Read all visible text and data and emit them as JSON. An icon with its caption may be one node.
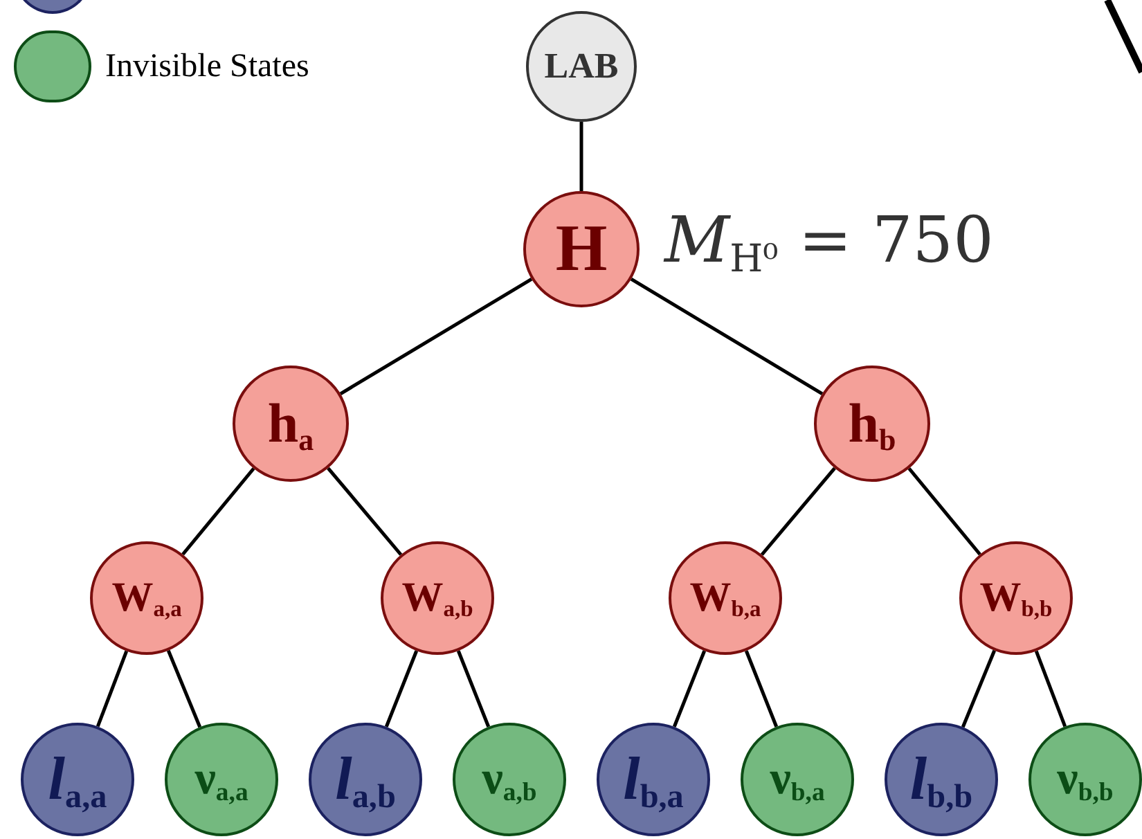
{
  "diagram": {
    "nodes": [
      {
        "text": [
          "LAB"
        ]
      },
      {
        "text": [
          "H"
        ],
        "beside": [
          "*M*$_{H⁰}$ = 750"
        ]
      },
      {
        "text": [
          "h$_{a}$"
        ]
      },
      {
        "text": [
          "h$_{b}$"
        ]
      },
      {
        "text": [
          "W$_{a,a}$"
        ]
      },
      {
        "text": [
          "W$_{a,b}$"
        ]
      },
      {
        "text": [
          "W$_{b,a}$"
        ]
      },
      {
        "text": [
          "W$_{b,b}$"
        ]
      },
      {
        "text": [
          "*l*$_{a,a}$"
        ]
      },
      {
        "text": [
          "ν$_{a,a}$"
        ]
      },
      {
        "text": [
          "*l*$_{a,b}$"
        ]
      },
      {
        "text": [
          "ν$_{a,b}$"
        ]
      },
      {
        "text": [
          "*l*$_{b,a}$"
        ]
      },
      {
        "text": [
          "ν$_{b,a}$"
        ]
      },
      {
        "text": [
          "*l*$_{b,b}$"
        ]
      },
      {
        "text": [
          "ν$_{b,b}$"
        ]
      }
    ],
    "edges": [
      {
        "from": 0,
        "to": 1,
        "arrow": "none"
      },
      {
        "from": 1,
        "to": 2,
        "arrow": "none"
      },
      {
        "from": 1,
        "to": 3,
        "arrow": "none"
      },
      {
        "from": 2,
        "to": 4,
        "arrow": "none"
      },
      {
        "from": 2,
        "to": 5,
        "arrow": "none"
      },
      {
        "from": 3,
        "to": 6,
        "arrow": "none"
      },
      {
        "from": 3,
        "to": 7,
        "arrow": "none"
      },
      {
        "from": 4,
        "to": 8,
        "arrow": "none"
      },
      {
        "from": 4,
        "to": 9,
        "arrow": "none"
      },
      {
        "from": 5,
        "to": 10,
        "arrow": "none"
      },
      {
        "from": 5,
        "to": 11,
        "arrow": "none"
      },
      {
        "from": 6,
        "to": 12,
        "arrow": "none"
      },
      {
        "from": 6,
        "to": 13,
        "arrow": "none"
      },
      {
        "from": 7,
        "to": 14,
        "arrow": "none"
      },
      {
        "from": 7,
        "to": 15,
        "arrow": "none"
      }
    ],
    "legend": [
      {
        "text": "Invisible States",
        "color": "#74b97f"
      }
    ]
  }
}
